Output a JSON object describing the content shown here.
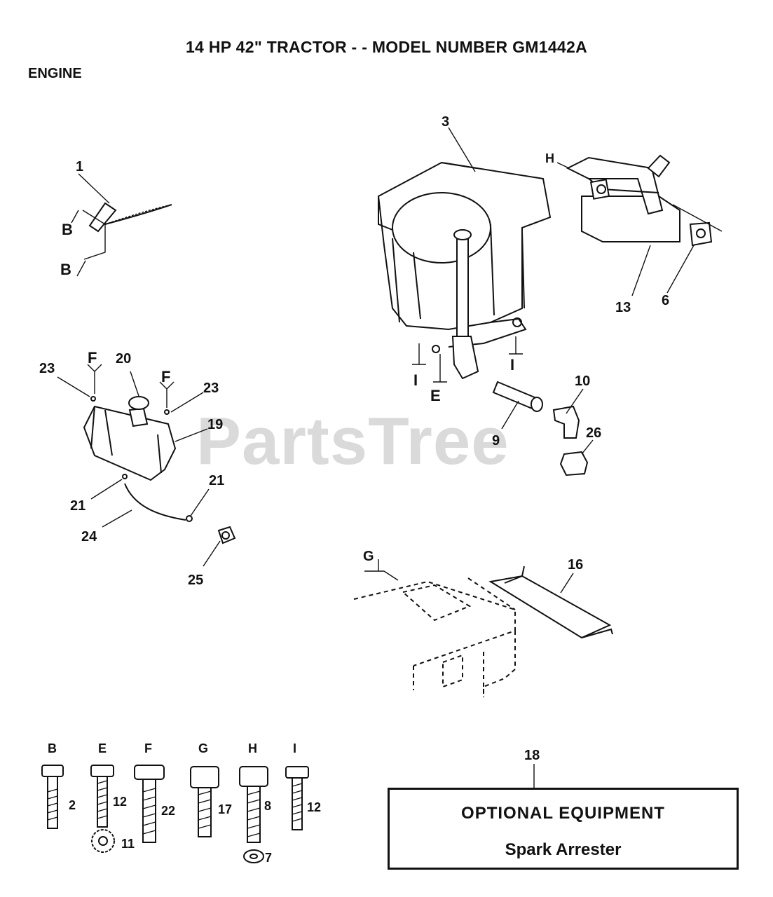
{
  "header": {
    "title": "14 HP 42\" TRACTOR - - MODEL NUMBER GM1442A",
    "section": "ENGINE"
  },
  "watermark": "PartsTree",
  "callouts": {
    "c1": "1",
    "c3": "3",
    "c6": "6",
    "c9": "9",
    "c10": "10",
    "c13": "13",
    "c16": "16",
    "c18": "18",
    "c19": "19",
    "c20": "20",
    "c21a": "21",
    "c21b": "21",
    "c23a": "23",
    "c23b": "23",
    "c24": "24",
    "c25": "25",
    "c26": "26"
  },
  "refs": {
    "b1": "B",
    "b2": "B",
    "f1": "F",
    "f2": "F",
    "e": "E",
    "i1": "I",
    "i2": "I",
    "h": "H",
    "g": "G"
  },
  "fasteners": [
    {
      "letter": "B",
      "part": "2"
    },
    {
      "letter": "E",
      "part": "12"
    },
    {
      "letter": "F",
      "part": "22"
    },
    {
      "letter": "G",
      "part": "17"
    },
    {
      "letter": "H",
      "part": "8"
    },
    {
      "letter": "I",
      "part": "12"
    }
  ],
  "washers": {
    "w11": "11",
    "w7": "7"
  },
  "optional": {
    "title": "OPTIONAL EQUIPMENT",
    "item": "Spark Arrester"
  }
}
